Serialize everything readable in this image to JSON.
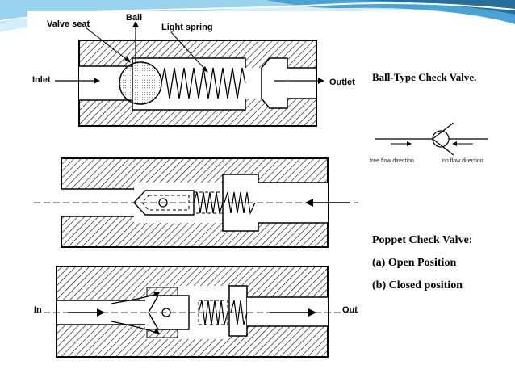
{
  "theme": {
    "header_colors": [
      "#2a6f9c",
      "#4aa3d4",
      "#9ad3ee",
      "#d6eefa"
    ],
    "hatch_color": "#000000"
  },
  "ball_valve": {
    "labels": {
      "valve_seat": "Valve seat",
      "ball": "Ball",
      "light_spring": "Light spring",
      "inlet": "Inlet",
      "outlet": "Outlet"
    }
  },
  "symbol": {
    "free_flow": "free flow direction",
    "no_flow": "no flow direction"
  },
  "poppet": {
    "labels": {
      "in": "In",
      "out": "Out"
    }
  },
  "text": {
    "ball_title": "Ball-Type Check Valve.",
    "poppet_title": "Poppet Check Valve:",
    "open": "(a) Open Position",
    "closed": "(b) Closed position"
  }
}
